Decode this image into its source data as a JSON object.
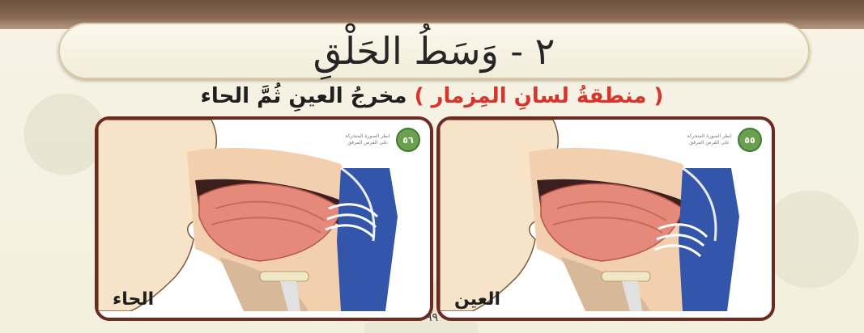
{
  "title": "٢ - وَسَطُ الحَلْقِ",
  "subtitle": {
    "open_paren": "(",
    "red_text": "منطقةُ لسانِ المِزمار",
    "close_paren": ")",
    "rest": "مخرجُ العينِ ثُمَّ الحاء"
  },
  "panels": [
    {
      "label": "العين",
      "badge_icon": "animation-icon",
      "badge_number": "٥٥",
      "badge_note": "انظر الصورة المتحركة على القرص المرفق"
    },
    {
      "label": "الحاء",
      "badge_icon": "animation-icon",
      "badge_number": "٥٦",
      "badge_note": "انظر الصورة المتحركة على القرص المرفق"
    }
  ],
  "page_number": "٩٩",
  "colors": {
    "frame": "#6d2a20",
    "accent_red": "#d9342b",
    "skin": "#f7e3c8",
    "throat_blue": "#3355aa",
    "tongue": "#e58a7a"
  }
}
